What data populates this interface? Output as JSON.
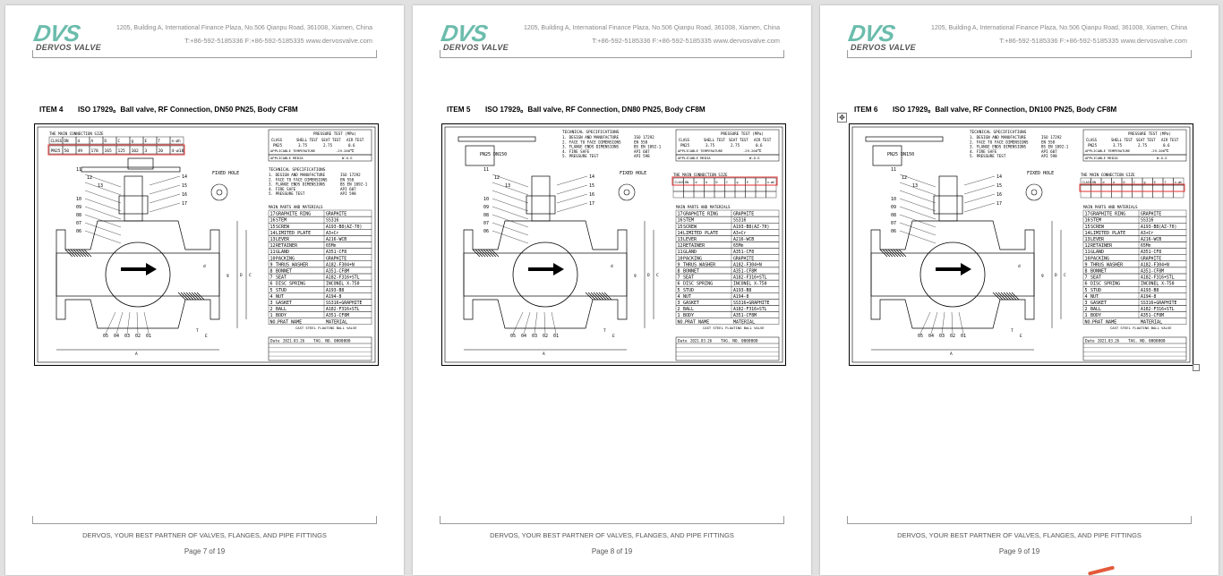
{
  "header": {
    "logo_mark": "DVS",
    "logo_text": "DERVOS VALVE",
    "address": "1205, Building A, International Finance Plaza, No.506 Qianpu Road, 361008, Xiamen, China",
    "contact": "T:+86-592-5185336   F:+86-592-5185335   www.dervosvalve.com"
  },
  "footer": {
    "slogan": "DERVOS, YOUR BEST PARTNER OF VALVES, FLANGES, AND PIPE FITTINGS"
  },
  "pages": [
    {
      "item_no": "ITEM 4",
      "item_desc": "ISO 17929。Ball valve, RF Connection, DN50 PN25, Body CF8M",
      "page_label": "Page 7 of 19",
      "drawing_note": ""
    },
    {
      "item_no": "ITEM 5",
      "item_desc": "ISO 17929。Ball valve, RF Connection, DN80 PN25, Body CF8M",
      "page_label": "Page 8 of 19",
      "drawing_note": "PN25 DN150"
    },
    {
      "item_no": "ITEM 6",
      "item_desc": "ISO 17929。Ball valve, RF Connection, DN100 PN25, Body CF8M",
      "page_label": "Page 9 of 19",
      "drawing_note": "PN25 DN150"
    }
  ],
  "drawing": {
    "main_conn_title": "THE MAIN CONNECTION SIZE",
    "conn_headers": [
      "CLASS",
      "DN",
      "d",
      "A",
      "D",
      "C",
      "g",
      "E",
      "T",
      "n-øh"
    ],
    "conn_row_p4": [
      "PN25",
      "50",
      "49",
      "178",
      "165",
      "125",
      "102",
      "3",
      "20",
      "4-ø18"
    ],
    "pressure_test_title": "PRESSURE TEST (MPa)",
    "pressure_headers": [
      "CLASS",
      "SHELL TEST",
      "SEAT TEST",
      "AIR TEST"
    ],
    "pressure_row": [
      "PN25",
      "3.75",
      "2.75",
      "0.6"
    ],
    "app_temp_label": "APPLICABLE TEMPERATURE",
    "app_temp_value": "-29-200℃",
    "app_media_label": "APPLICABLE MEDIA",
    "app_media_value": "W.O.G",
    "tech_spec_title": "TECHNICAL SPECIFICATIONS",
    "tech_specs": [
      {
        "text": "1. DESIGN AND MANUFACTURE",
        "std": "ISO 17292"
      },
      {
        "text": "2. FACE TO FACE DIMENSIONS",
        "std": "EN 558"
      },
      {
        "text": "3. FLANGE ENDS DIMENSIONS",
        "std": "BS EN 1092-1"
      },
      {
        "text": "4. FIRE SAFE",
        "std": "API 607"
      },
      {
        "text": "5. PRESSURE TEST",
        "std": "API 598"
      }
    ],
    "fixed_hole": "FIXED HOLE",
    "parts_title": "MAIN PARTS AND MATERIALS",
    "parts": [
      {
        "no": "17",
        "name": "GRAPHITE RING",
        "mat": "GRAPHITE"
      },
      {
        "no": "16",
        "name": "STEM",
        "mat": "SS316"
      },
      {
        "no": "15",
        "name": "SCREW",
        "mat": "A193-B8(AZ-70)"
      },
      {
        "no": "14",
        "name": "LIMITED PLATE",
        "mat": "A3+Cr"
      },
      {
        "no": "13",
        "name": "LEVER",
        "mat": "A216-WCB"
      },
      {
        "no": "12",
        "name": "RETAINER",
        "mat": "65Mn"
      },
      {
        "no": "11",
        "name": "GLAND",
        "mat": "A351-CF8"
      },
      {
        "no": "10",
        "name": "PACKING",
        "mat": "GRAPHITE"
      },
      {
        "no": "9",
        "name": "THRUS WASHER",
        "mat": "A182-F304+N"
      },
      {
        "no": "8",
        "name": "BONNET",
        "mat": "A351-CF8M"
      },
      {
        "no": "7",
        "name": "SEAT",
        "mat": "A182-F316+STL"
      },
      {
        "no": "6",
        "name": "DISC SPRING",
        "mat": "INCONEL X-750"
      },
      {
        "no": "5",
        "name": "STUD",
        "mat": "A193-B8"
      },
      {
        "no": "4",
        "name": "NUT",
        "mat": "A194-8"
      },
      {
        "no": "3",
        "name": "GASKET",
        "mat": "SS316+GRAPHITE"
      },
      {
        "no": "2",
        "name": "BALL",
        "mat": "A182-F316+STL"
      },
      {
        "no": "1",
        "name": "BODY",
        "mat": "A351-CF8M"
      }
    ],
    "parts_header_no": "NO.",
    "parts_header_name": "PRAT NAME",
    "parts_header_mat": "MATERIAL",
    "parts_footer": "CAST STEEL FLOATING BALL VALVE",
    "title_date_label": "Date",
    "title_date": "2021.03.26",
    "title_tag_label": "TAG. NO.",
    "title_tag": "0000000",
    "callouts_left": [
      "11",
      "12",
      "13",
      "10",
      "09",
      "08",
      "07",
      "06"
    ],
    "callouts_right": [
      "14",
      "15",
      "16",
      "17"
    ],
    "callouts_bottom": [
      "05",
      "04",
      "03",
      "02",
      "01"
    ],
    "dim_letters": [
      "A",
      "E",
      "T",
      "d",
      "D",
      "C",
      "g"
    ]
  }
}
